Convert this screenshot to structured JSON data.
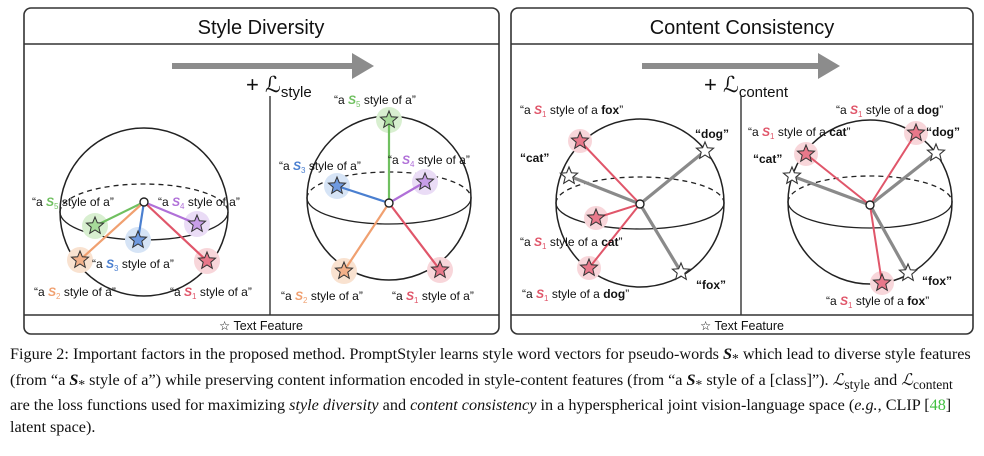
{
  "figure": {
    "left_panel": {
      "title": "Style Diversity",
      "loss_prefix": "+ ",
      "loss_symbol": "ℒ",
      "loss_subscript": "style",
      "footer": "☆ Text Feature",
      "left_sphere_labels": {
        "s5": [
          "“a ",
          "S",
          "5",
          " style of a”"
        ],
        "s4": [
          "“a ",
          "S",
          "4",
          " style of a”"
        ],
        "s3": [
          "“a ",
          "S",
          "3",
          " style of a”"
        ],
        "s2": [
          "“a ",
          "S",
          "2",
          " style of a”"
        ],
        "s1": [
          "“a ",
          "S",
          "1",
          " style of a”"
        ]
      },
      "right_sphere_labels": {
        "s5": [
          "“a ",
          "S",
          "5",
          " style of a”"
        ],
        "s3": [
          "“a ",
          "S",
          "3",
          " style of a”"
        ],
        "s4": [
          "“a ",
          "S",
          "4",
          " style of a”"
        ],
        "s2": [
          "“a ",
          "S",
          "2",
          " style of a”"
        ],
        "s1": [
          "“a ",
          "S",
          "1",
          " style of a”"
        ]
      }
    },
    "right_panel": {
      "title": "Content Consistency",
      "loss_prefix": "+ ",
      "loss_symbol": "ℒ",
      "loss_subscript": "content",
      "footer": "☆ Text Feature",
      "class_dog": "“dog”",
      "class_cat": "“cat”",
      "class_fox": "“fox”",
      "left_sphere_labels": {
        "fox": [
          "“a ",
          "S",
          "1",
          " style of a ",
          "fox",
          "”"
        ],
        "cat": [
          "“a ",
          "S",
          "1",
          " style of a ",
          "cat",
          "”"
        ],
        "dog": [
          "“a ",
          "S",
          "1",
          " style of a ",
          "dog",
          "”"
        ]
      },
      "right_sphere_labels": {
        "dog": [
          "“a ",
          "S",
          "1",
          " style of a ",
          "dog",
          "”"
        ],
        "cat": [
          "“a ",
          "S",
          "1",
          " style of a ",
          "cat",
          "”"
        ],
        "fox": [
          "“a ",
          "S",
          "1",
          " style of a ",
          "fox",
          "”"
        ]
      }
    },
    "colors": {
      "s1": "#e0566a",
      "s2": "#f0a070",
      "s3": "#4a7fd0",
      "s4": "#b070d8",
      "s5": "#70c060",
      "arrow": "#8c8c8c",
      "grey_line": "#8a8a8a"
    }
  },
  "caption": {
    "p1": "Figure 2: Important factors in the proposed method. PromptStyler learns style word vectors for pseudo-words ",
    "sym1": "S",
    "sub1": "*",
    "p2": " which lead to diverse style features (from “a ",
    "sym2": "S",
    "sub2": "*",
    "p3": " style of a”) while preserving content information encoded in style-content features (from “a ",
    "sym3": "S",
    "sub3": "*",
    "p4": " style of a [class]”). ",
    "loss1": "ℒ",
    "loss1_sub": "style",
    "p5": " and ",
    "loss2": "ℒ",
    "loss2_sub": "content",
    "p6": " are the loss functions used for maximizing ",
    "em1": "style diversity",
    "p7": " and ",
    "em2": "content consistency",
    "p8": " in a hyperspherical joint vision-language space (",
    "em3": "e.g.",
    "p9": ", CLIP [",
    "cite": "48",
    "p10": "] latent space)."
  }
}
